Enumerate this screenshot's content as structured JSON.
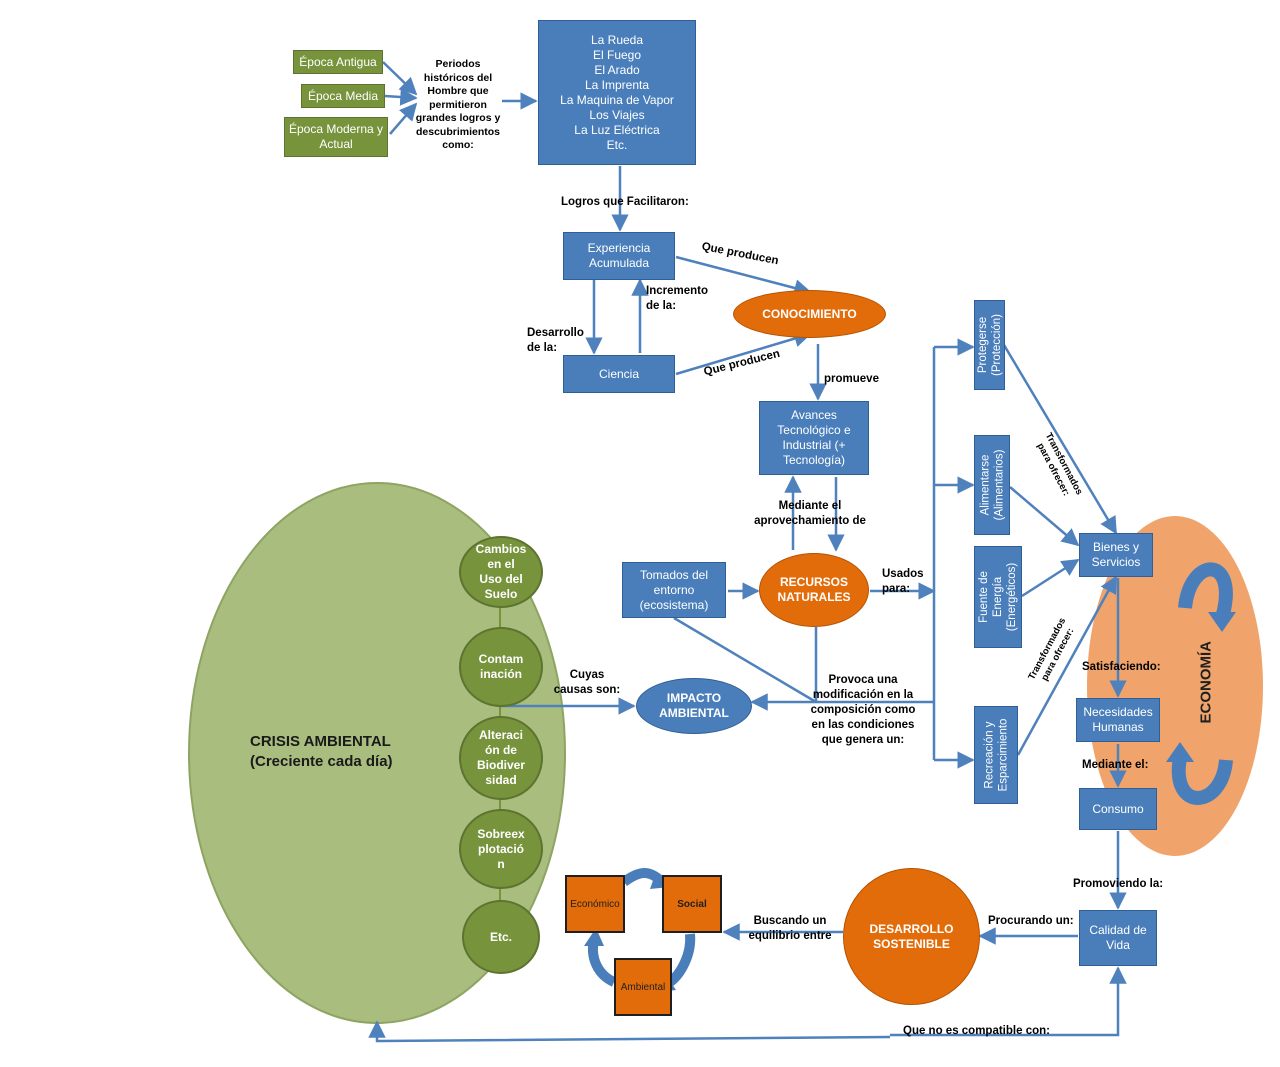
{
  "eras": [
    "Época Antigua",
    "Época Media",
    "Época Moderna y Actual"
  ],
  "periods_label": "Periodos históricos del Hombre que permitieron grandes logros y descubrimientos como:",
  "discoveries": [
    "La Rueda",
    "El Fuego",
    "El Arado",
    "La Imprenta",
    "La Maquina de Vapor",
    "Los Viajes",
    "La Luz Eléctrica",
    "Etc."
  ],
  "labels": {
    "logros": "Logros que Facilitaron:",
    "que_producen_1": "Que producen",
    "que_producen_2": "Que producen",
    "incremento": "Incremento de la:",
    "desarrollo_de_la": "Desarrollo de la:",
    "promueve": "promueve",
    "mediante_aprovechamiento": "Mediante el aprovechamiento de",
    "usados_para": "Usados para:",
    "cuyas_causas": "Cuyas causas son:",
    "provoca": "Provoca una modificación en la composición como en las condiciones que genera un:",
    "transformados_1": "Transformados para ofrecer:",
    "transformados_2": "Transformados para ofrecer:",
    "satisfaciendo": "Satisfaciendo:",
    "mediante_el": "Mediante el:",
    "promoviendo": "Promoviendo la:",
    "procurando": "Procurando un:",
    "buscando": "Buscando un equilibrio entre",
    "no_compatible": "Que no es compatible con:"
  },
  "nodes": {
    "experiencia": "Experiencia Acumulada",
    "ciencia": "Ciencia",
    "conocimiento": "CONOCIMIENTO",
    "avances": "Avances Tecnológico e Industrial (+ Tecnología)",
    "tomados": "Tomados del entorno (ecosistema)",
    "recursos": "RECURSOS NATURALES",
    "impacto": "IMPACTO AMBIENTAL",
    "crisis": "CRISIS AMBIENTAL (Creciente cada día)",
    "bienes": "Bienes y Servicios",
    "necesidades": "Necesidades Humanas",
    "consumo": "Consumo",
    "calidad": "Calidad de Vida",
    "desarrollo_sostenible": "DESARROLLO SOSTENIBLE",
    "economia": "ECONOMÍA"
  },
  "uses": [
    "Protegerse\n(Protección)",
    "Alimentarse\n(Alimentarios)",
    "Fuente de\nEnergía\n(Energéticos)",
    "Recreación y\nEsparcimiento"
  ],
  "causes": [
    "Cambios\nen el\nUso del\nSuelo",
    "Contam\ninación",
    "Alteraci\nón de\nBiodiver\nsidad",
    "Sobreex\nplotació\nn",
    "Etc."
  ],
  "sustainability": [
    "Económico",
    "Social",
    "Ambiental"
  ],
  "colors": {
    "blue": "#4a7ebb",
    "green": "#77933c",
    "orange": "#e36c0a",
    "olive": "#a9bd7f",
    "peach": "#f0a46c",
    "line": "#4f81bd"
  }
}
